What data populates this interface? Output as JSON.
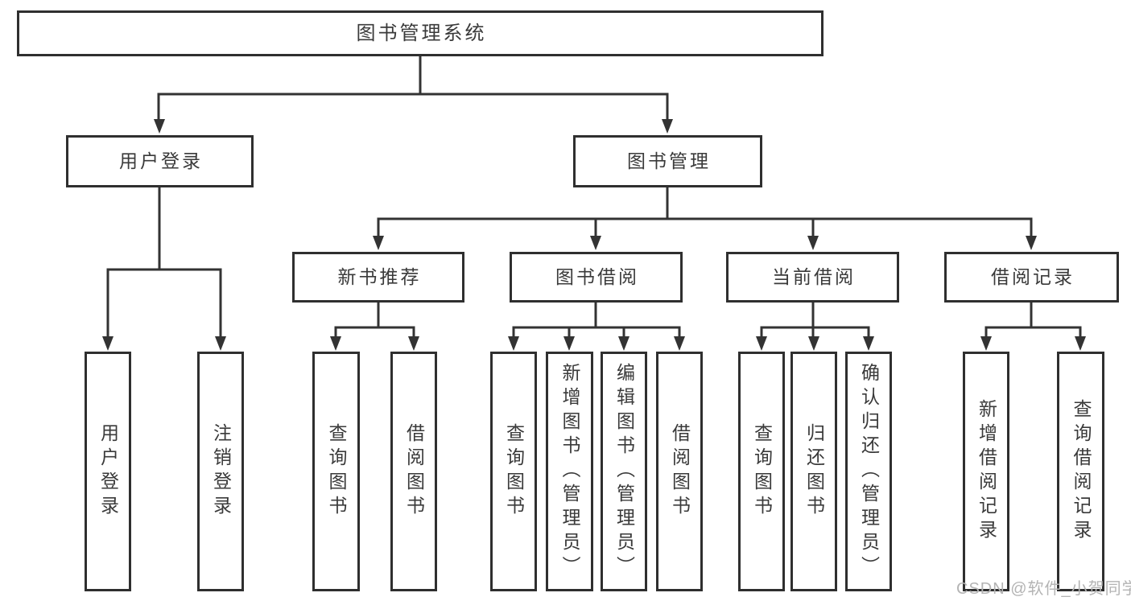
{
  "diagram": {
    "title_node": {
      "label": "图书管理系统"
    },
    "level2": [
      {
        "label": "用户登录"
      },
      {
        "label": "图书管理"
      }
    ],
    "level3": [
      {
        "label": "新书推荐"
      },
      {
        "label": "图书借阅"
      },
      {
        "label": "当前借阅"
      },
      {
        "label": "借阅记录"
      }
    ],
    "leaves": {
      "login": [
        "用户登录",
        "注销登录"
      ],
      "recommend": [
        "查询图书",
        "借阅图书"
      ],
      "borrow": [
        "查询图书",
        "新增图书（管理员）",
        "编辑图书（管理员）",
        "借阅图书"
      ],
      "current": [
        "查询图书",
        "归还图书",
        "确认归还（管理员）"
      ],
      "records": [
        "新增借阅记录",
        "查询借阅记录"
      ]
    }
  },
  "watermark": {
    "text": "CSDN @软件_小贺同学"
  },
  "colors": {
    "line": "#333333",
    "box_border": "#2f2f2f",
    "text": "#3a3a3a",
    "watermark": "#b4b4b4",
    "background": "#ffffff"
  }
}
